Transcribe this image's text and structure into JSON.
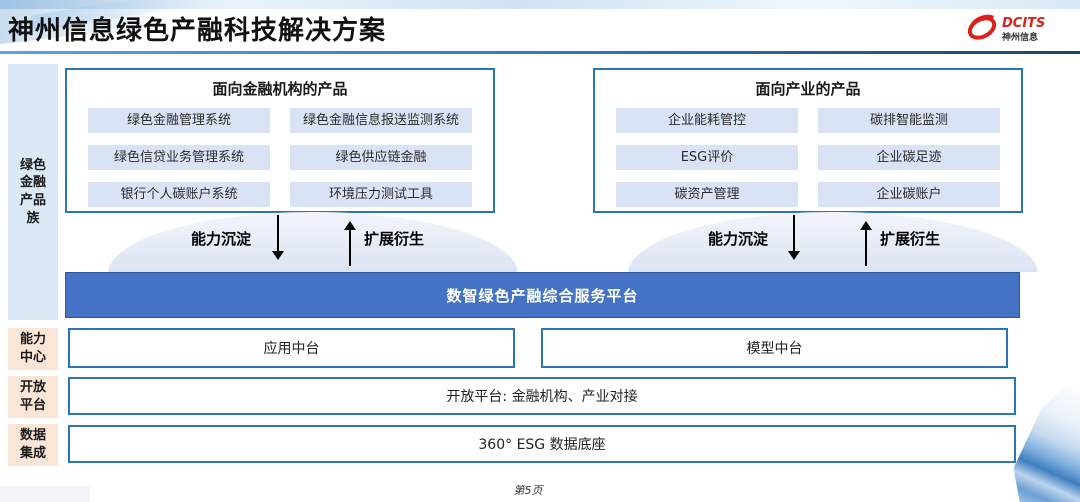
{
  "header": {
    "title": "神州信息绿色产融科技解决方案",
    "logo": {
      "brand": "DCITS",
      "company": "神州信息"
    }
  },
  "sidebar": {
    "product_family": "绿色金融产品族",
    "capability_center": "能力中心",
    "open_platform": "开放平台",
    "data_integration": "数据集成"
  },
  "financial_panel": {
    "title": "面向金融机构的产品",
    "items": [
      "绿色金融管理系统",
      "绿色金融信息报送监测系统",
      "绿色信贷业务管理系统",
      "绿色供应链金融",
      "银行个人碳账户系统",
      "环境压力测试工具"
    ]
  },
  "industry_panel": {
    "title": "面向产业的产品",
    "items": [
      "企业能耗管控",
      "碳排智能监测",
      "ESG评价",
      "企业碳足迹",
      "碳资产管理",
      "企业碳账户"
    ]
  },
  "flow": {
    "down_label": "能力沉淀",
    "up_label": "扩展衍生"
  },
  "platform": {
    "title": "数智绿色产融综合服务平台"
  },
  "layers": {
    "capability_left": "应用中台",
    "capability_right": "模型中台",
    "open_platform": "开放平台: 金融机构、产业对接",
    "data_integration": "360° ESG 数据底座"
  },
  "footer": {
    "page_number": "第5页"
  },
  "colors": {
    "accent_blue": "#4472c4",
    "border_blue": "#2e75b6",
    "pill_blue": "#dae3f5",
    "sidebar_blue": "#dbe8f6",
    "label_peach": "#fbe5d6",
    "logo_red": "#d6231c"
  }
}
